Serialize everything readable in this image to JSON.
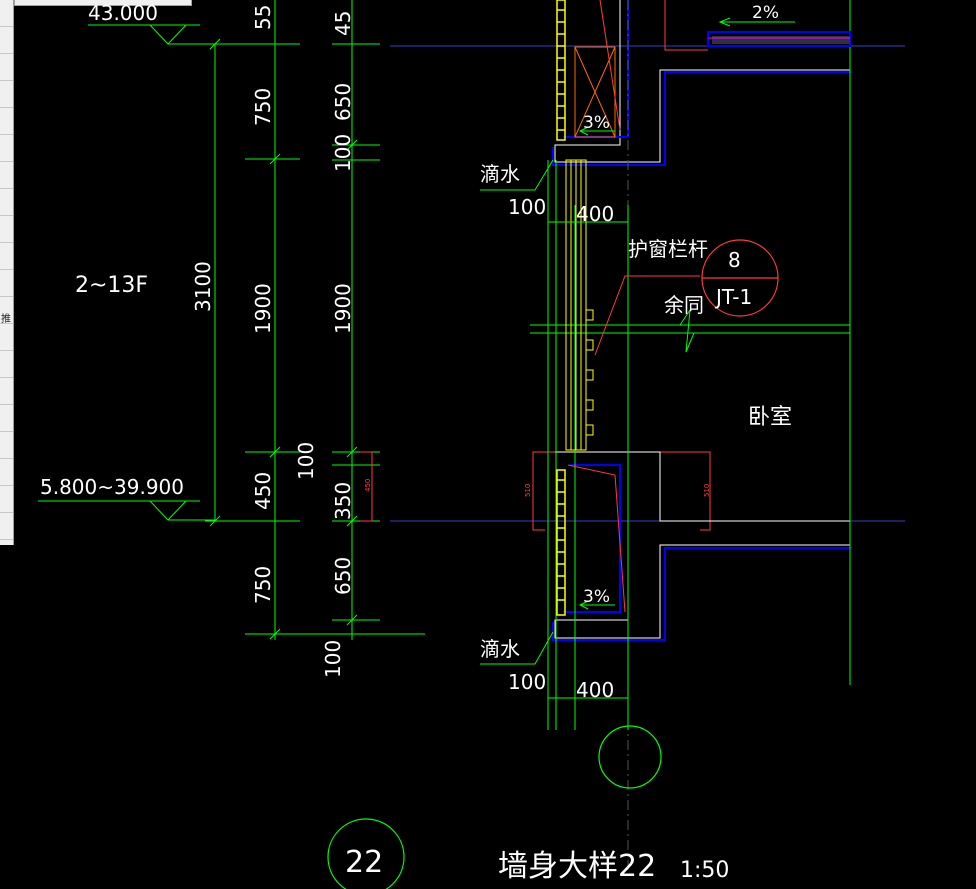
{
  "drawing": {
    "title": "墙身大样22",
    "scale": "1:50",
    "detail_number": "22",
    "elevation_top": "43.000",
    "elevation_range": "5.800~39.900",
    "floor_range": "2~13F",
    "outer_dims": [
      "55",
      "750",
      "1900",
      "450",
      "750"
    ],
    "inner_dims": [
      "45",
      "650",
      "100",
      "1900",
      "100",
      "350",
      "650"
    ],
    "total_height": "3100",
    "bottom_dim": "100",
    "drip_label": "滴水",
    "drip_width": "100",
    "sill_width": "400",
    "slope": "3%",
    "roof_slope": "2%",
    "rail_label": "护窗栏杆",
    "ref_number": "8",
    "ref_sheet": "JT-1",
    "etc_label": "余同",
    "room_label": "卧室",
    "small_dim_a": "510",
    "small_dim_b": "450"
  },
  "side_panel": {
    "stub_text": "推"
  },
  "colors": {
    "background": "#000000",
    "dimension": "#00ff00",
    "text": "#ffffff",
    "wall": "#ffffff",
    "outline": "#0000ff",
    "insulation": "#ffff00",
    "leader": "#ff0000",
    "section_circle": "#00ff00",
    "axis": "#3c3cc8"
  }
}
